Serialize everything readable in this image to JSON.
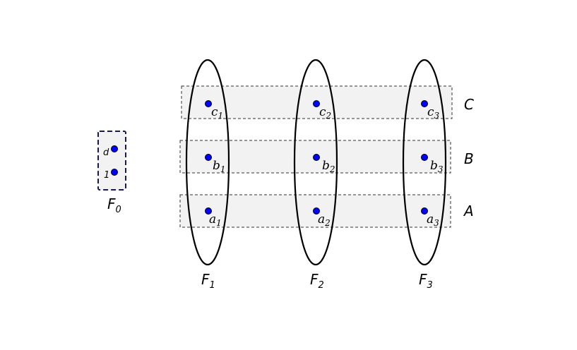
{
  "diagram": {
    "f0": {
      "label": "F",
      "label_sub": "0",
      "points": [
        {
          "id": "d",
          "label": "d"
        },
        {
          "id": "1",
          "label": "1"
        }
      ]
    },
    "bands": [
      {
        "id": "C",
        "label": "C"
      },
      {
        "id": "B",
        "label": "B"
      },
      {
        "id": "A",
        "label": "A"
      }
    ],
    "fibers": [
      {
        "id": "F1",
        "label": "F",
        "sub": "1"
      },
      {
        "id": "F2",
        "label": "F",
        "sub": "2"
      },
      {
        "id": "F3",
        "label": "F",
        "sub": "3"
      }
    ],
    "points": [
      {
        "id": "c1",
        "letter": "c",
        "sub": "1"
      },
      {
        "id": "c2",
        "letter": "c",
        "sub": "2"
      },
      {
        "id": "c3",
        "letter": "c",
        "sub": "3"
      },
      {
        "id": "b1",
        "letter": "b",
        "sub": "1"
      },
      {
        "id": "b2",
        "letter": "b",
        "sub": "2"
      },
      {
        "id": "b3",
        "letter": "b",
        "sub": "3"
      },
      {
        "id": "a1",
        "letter": "a",
        "sub": "1"
      },
      {
        "id": "a2",
        "letter": "a",
        "sub": "2"
      },
      {
        "id": "a3",
        "letter": "a",
        "sub": "3"
      }
    ],
    "colors": {
      "point_fill": "#0000ff",
      "band_fill": "#f2f2f2",
      "f0_border": "#1a1a4a"
    }
  }
}
